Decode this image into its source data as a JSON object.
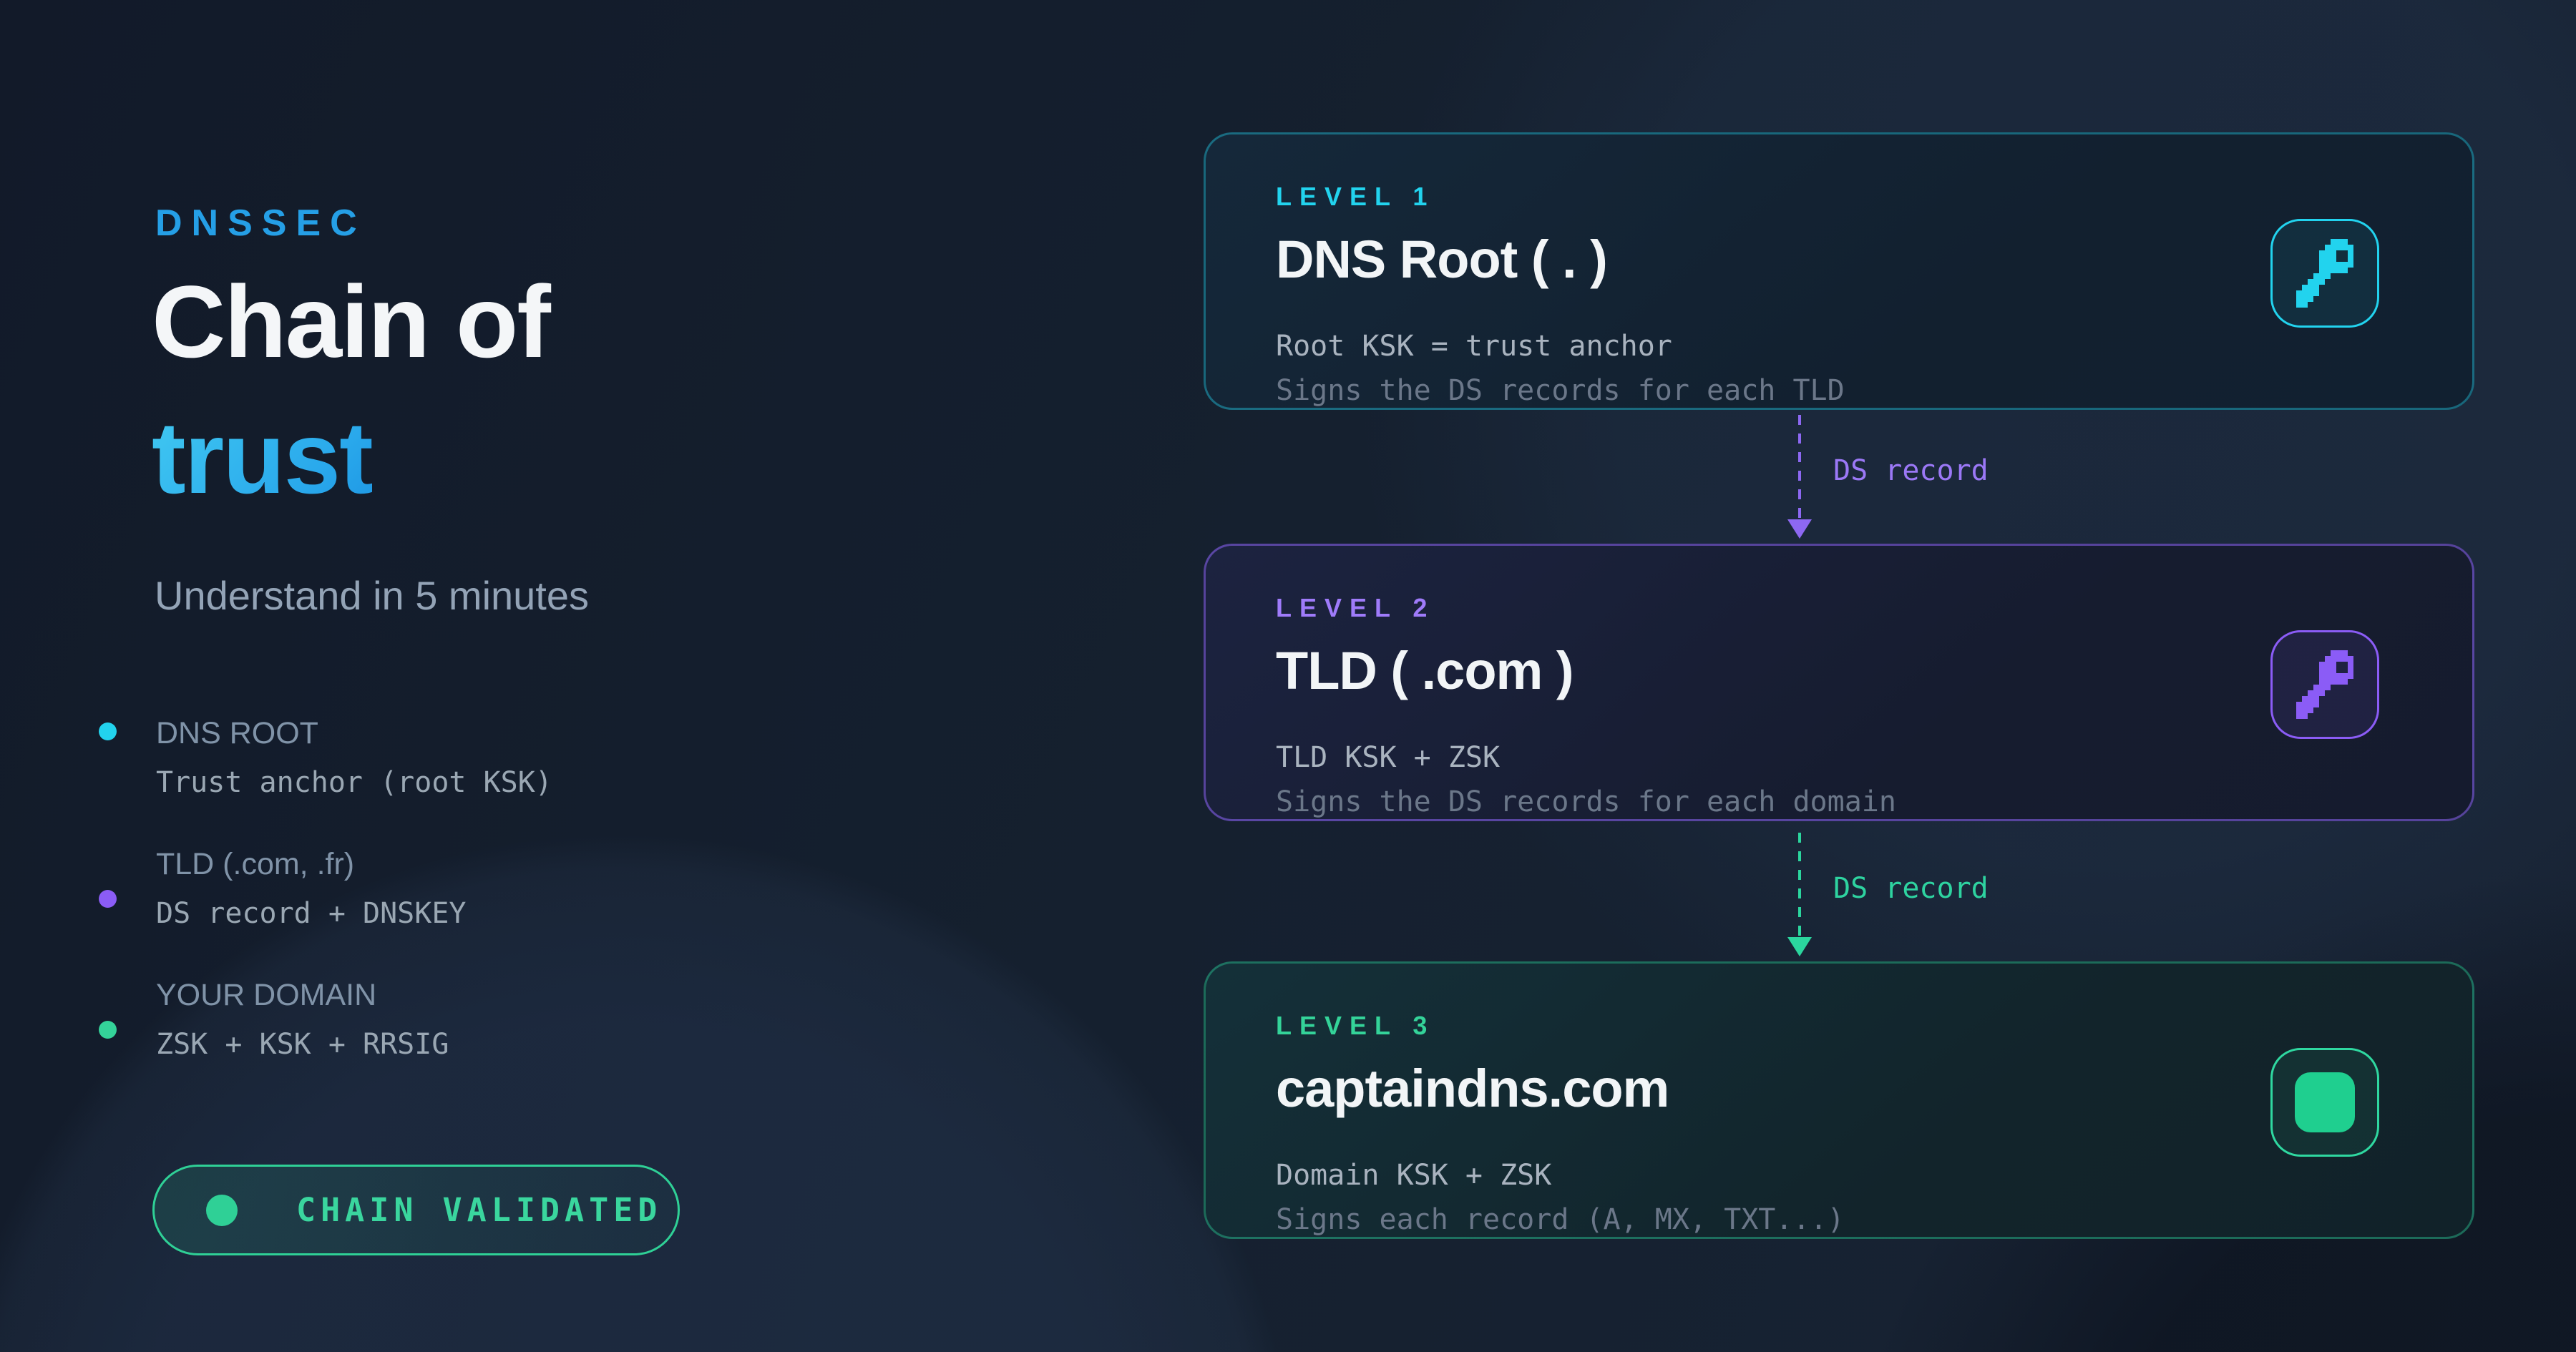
{
  "intro": {
    "eyebrow": "DNSSEC",
    "title_line1": "Chain of",
    "title_line2": "trust",
    "subtitle": "Understand in 5 minutes",
    "legend": [
      {
        "label": "DNS ROOT",
        "detail": "Trust anchor (root KSK)",
        "color": "#22d3ee"
      },
      {
        "label": "TLD (.com, .fr)",
        "detail": "DS record + DNSKEY",
        "color": "#8b5cf6"
      },
      {
        "label": "YOUR DOMAIN",
        "detail": "ZSK + KSK + RRSIG",
        "color": "#34d399"
      }
    ],
    "badge": {
      "label": "CHAIN VALIDATED",
      "color": "#2fd096"
    }
  },
  "chain": {
    "levels": [
      {
        "eyebrow": "LEVEL 1",
        "title": "DNS Root ( . )",
        "line1": "Root KSK = trust anchor",
        "line2": "Signs the DS records for each TLD",
        "accent": "#22d3ee",
        "icon": "key-icon"
      },
      {
        "eyebrow": "LEVEL 2",
        "title": "TLD ( .com )",
        "line1": "TLD KSK + ZSK",
        "line2": "Signs the DS records for each domain",
        "accent": "#8b5cf6",
        "icon": "key-icon"
      },
      {
        "eyebrow": "LEVEL 3",
        "title": "captaindns.com",
        "line1": "Domain KSK + ZSK",
        "line2": "Signs each record (A, MX, TXT...)",
        "accent": "#34d399",
        "icon": "record-icon"
      }
    ],
    "connectors": [
      {
        "label": "DS record",
        "color": "#8b5cf6"
      },
      {
        "label": "DS record",
        "color": "#34d399"
      }
    ]
  }
}
